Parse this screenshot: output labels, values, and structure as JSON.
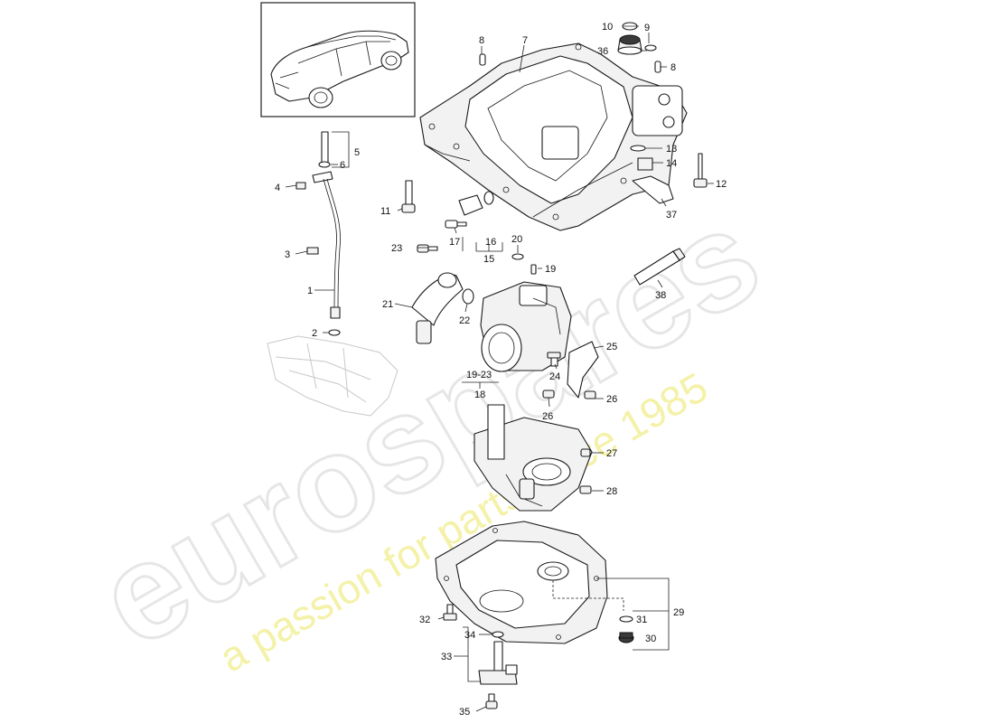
{
  "watermark": {
    "brand": "eurospares",
    "tagline": "a passion for parts since 1985"
  },
  "callouts": [
    {
      "id": "c10",
      "label": "10"
    },
    {
      "id": "c9",
      "label": "9"
    },
    {
      "id": "c36",
      "label": "36"
    },
    {
      "id": "c8a",
      "label": "8"
    },
    {
      "id": "c8b",
      "label": "8"
    },
    {
      "id": "c7",
      "label": "7"
    },
    {
      "id": "c5",
      "label": "5"
    },
    {
      "id": "c6",
      "label": "6"
    },
    {
      "id": "c4",
      "label": "4"
    },
    {
      "id": "c3",
      "label": "3"
    },
    {
      "id": "c1",
      "label": "1"
    },
    {
      "id": "c2",
      "label": "2"
    },
    {
      "id": "c13",
      "label": "13"
    },
    {
      "id": "c14",
      "label": "14"
    },
    {
      "id": "c12",
      "label": "12"
    },
    {
      "id": "c11",
      "label": "11"
    },
    {
      "id": "c37",
      "label": "37"
    },
    {
      "id": "c17",
      "label": "17"
    },
    {
      "id": "c16",
      "label": "16"
    },
    {
      "id": "c15",
      "label": "15"
    },
    {
      "id": "c20",
      "label": "20"
    },
    {
      "id": "c23",
      "label": "23"
    },
    {
      "id": "c19",
      "label": "19"
    },
    {
      "id": "c38",
      "label": "38"
    },
    {
      "id": "c21",
      "label": "21"
    },
    {
      "id": "c22",
      "label": "22"
    },
    {
      "id": "c25",
      "label": "25"
    },
    {
      "id": "c24",
      "label": "24"
    },
    {
      "id": "c19-23",
      "label": "19-23"
    },
    {
      "id": "c18",
      "label": "18"
    },
    {
      "id": "c26a",
      "label": "26"
    },
    {
      "id": "c26b",
      "label": "26"
    },
    {
      "id": "c27",
      "label": "27"
    },
    {
      "id": "c28",
      "label": "28"
    },
    {
      "id": "c29",
      "label": "29"
    },
    {
      "id": "c32",
      "label": "32"
    },
    {
      "id": "c31",
      "label": "31"
    },
    {
      "id": "c30",
      "label": "30"
    },
    {
      "id": "c34",
      "label": "34"
    },
    {
      "id": "c33",
      "label": "33"
    },
    {
      "id": "c35",
      "label": "35"
    }
  ]
}
